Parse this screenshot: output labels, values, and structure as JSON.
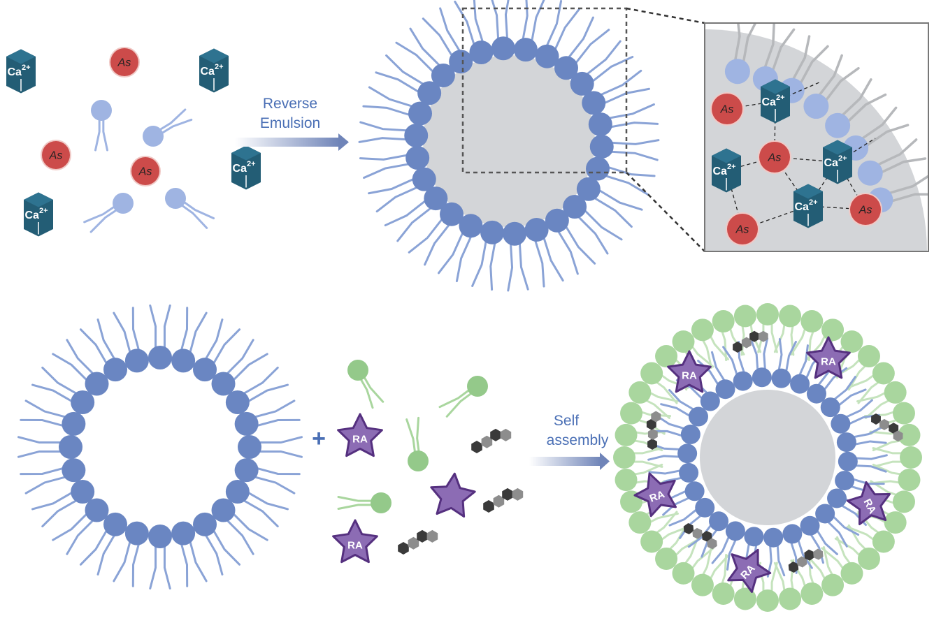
{
  "labels": {
    "arsenic": "As",
    "calcium": "Ca",
    "calcium_charge": "2+",
    "retinoic_acid": "RA",
    "plus": "+",
    "reverse_emulsion_line1": "Reverse",
    "reverse_emulsion_line2": "Emulsion",
    "self_assembly_line1": "Self",
    "self_assembly_line2": "assembly"
  },
  "colors": {
    "lipid_blue": "#6a86c2",
    "lipid_blue_tail": "#8aa3d6",
    "lipid_light_blue": "#9fb4e2",
    "lipid_green": "#94c98a",
    "lipid_green_light": "#c5e3bd",
    "arsenic_red": "#cc4b4a",
    "calcium_teal": "#235d75",
    "ra_purple": "#8c6cb4",
    "core_gray": "#d3d5d8",
    "hexagon_dark": "#3a3a3a",
    "hexagon_gray": "#8d8d8d",
    "arrow_blue": "#6f84b8"
  }
}
